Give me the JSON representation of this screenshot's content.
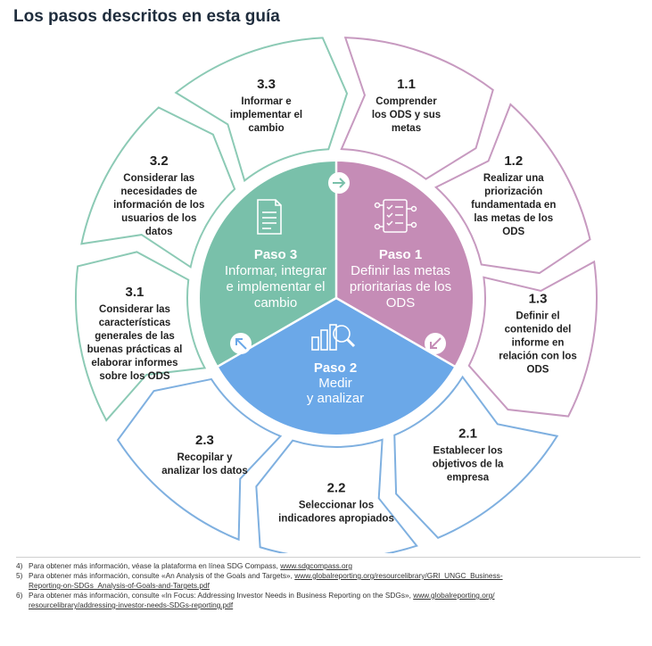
{
  "title": "Los pasos descritos en esta guía",
  "colors": {
    "step1": "#c58cb6",
    "step2": "#6ba8e8",
    "step3": "#79c0aa",
    "outline_step1": "#c79ac0",
    "outline_step2": "#7fb0e0",
    "outline_step3": "#8ccab5"
  },
  "center": {
    "step1": {
      "title": "Paso 1",
      "lines": [
        "Definir las metas",
        "prioritarias de los",
        "ODS"
      ],
      "icon": "checklist-network-icon"
    },
    "step2": {
      "title": "Paso 2",
      "lines": [
        "Medir",
        "y analizar"
      ],
      "icon": "bar-chart-magnifier-icon"
    },
    "step3": {
      "title": "Paso 3",
      "lines": [
        "Informar, integrar",
        "e implementar el",
        "cambio"
      ],
      "icon": "document-icon"
    }
  },
  "segments": [
    {
      "num": "1.1",
      "lines": [
        "Comprender",
        "los ODS y sus",
        "metas"
      ]
    },
    {
      "num": "1.2",
      "lines": [
        "Realizar una",
        "priorización",
        "fundamentada en",
        "las metas de los",
        "ODS"
      ]
    },
    {
      "num": "1.3",
      "lines": [
        "Definir el",
        "contenido del",
        "informe en",
        "relación con los",
        "ODS"
      ]
    },
    {
      "num": "2.1",
      "lines": [
        "Establecer los",
        "objetivos de la",
        "empresa"
      ]
    },
    {
      "num": "2.2",
      "lines": [
        "Seleccionar los",
        "indicadores apropiados"
      ]
    },
    {
      "num": "2.3",
      "lines": [
        "Recopilar y",
        "analizar los datos"
      ]
    },
    {
      "num": "3.1",
      "lines": [
        "Considerar las",
        "características",
        "generales de las",
        "buenas prácticas al",
        "elaborar informes",
        "sobre los ODS"
      ]
    },
    {
      "num": "3.2",
      "lines": [
        "Considerar las",
        "necesidades de",
        "información de los",
        "usuarios de los",
        "datos"
      ]
    },
    {
      "num": "3.3",
      "lines": [
        "Informar e",
        "implementar el",
        "cambio"
      ]
    }
  ],
  "footnotes": [
    {
      "num": "4)",
      "text": "Para obtener más información, véase la plataforma en línea SDG Compass, ",
      "links": [
        "www.sdgcompass.org"
      ]
    },
    {
      "num": "5)",
      "text": "Para obtener más información, consulte «An Analysis of the Goals and Targets», ",
      "links": [
        "www.globalreporting.org/resourcelibrary/GRI_UNGC_Business-",
        "Reporting-on-SDGs_Analysis-of-Goals-and-Targets.pdf"
      ]
    },
    {
      "num": "6)",
      "text": "Para obtener más información, consulte «In Focus: Addressing Investor Needs in Business Reporting on the SDGs», ",
      "links": [
        "www.globalreporting.org/",
        "resourcelibrary/addressing-investor-needs-SDGs-reporting.pdf"
      ]
    }
  ]
}
